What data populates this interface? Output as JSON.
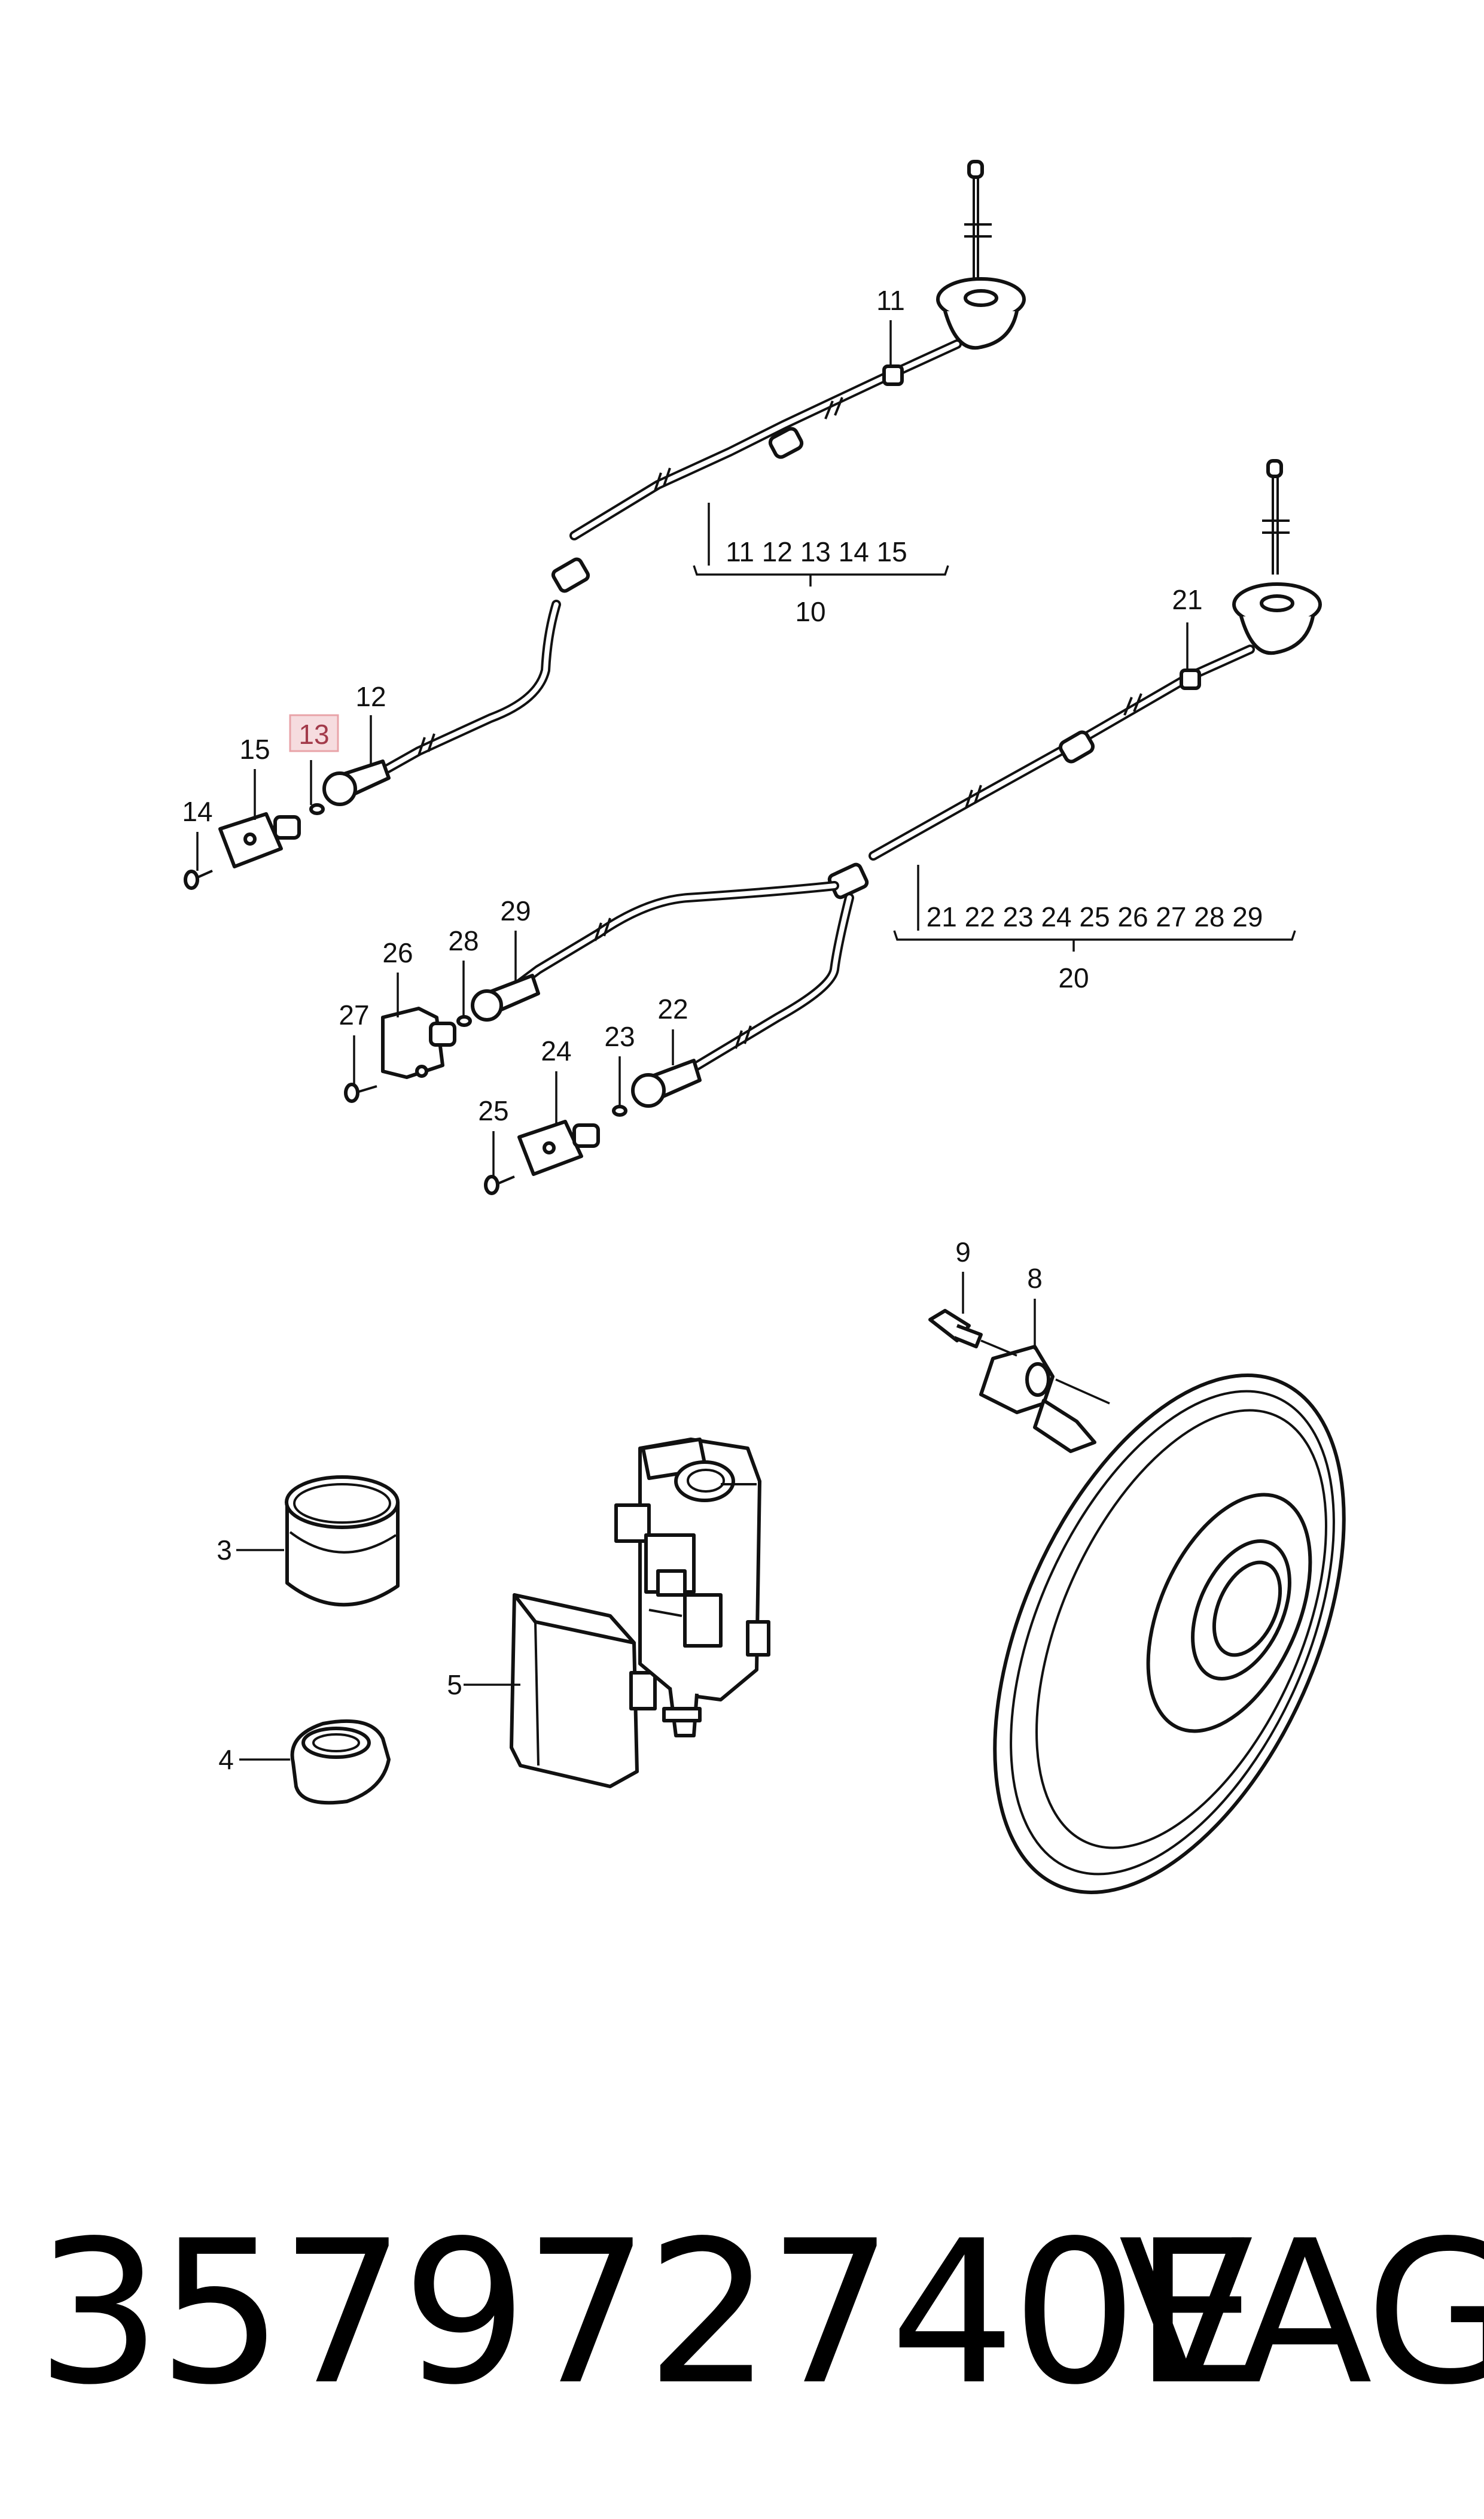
{
  "diagram": {
    "callouts": [
      {
        "id": "c11-top",
        "text": "11"
      },
      {
        "id": "c10-list",
        "text": "11 12 13 14 15"
      },
      {
        "id": "c10",
        "text": "10"
      },
      {
        "id": "c12",
        "text": "12"
      },
      {
        "id": "c13",
        "text": "13",
        "highlighted": true
      },
      {
        "id": "c15",
        "text": "15"
      },
      {
        "id": "c14",
        "text": "14"
      },
      {
        "id": "c21-top",
        "text": "21"
      },
      {
        "id": "c20-list",
        "text": "21 22 23 24 25 26 27 28 29"
      },
      {
        "id": "c20",
        "text": "20"
      },
      {
        "id": "c29",
        "text": "29"
      },
      {
        "id": "c26",
        "text": "26"
      },
      {
        "id": "c28",
        "text": "28"
      },
      {
        "id": "c27",
        "text": "27"
      },
      {
        "id": "c22",
        "text": "22"
      },
      {
        "id": "c24",
        "text": "24"
      },
      {
        "id": "c23",
        "text": "23"
      },
      {
        "id": "c25",
        "text": "25"
      },
      {
        "id": "c9",
        "text": "9"
      },
      {
        "id": "c8",
        "text": "8"
      },
      {
        "id": "c3",
        "text": "3"
      },
      {
        "id": "c5",
        "text": "5"
      },
      {
        "id": "c4",
        "text": "4"
      }
    ],
    "highlight_color": "#e8a3a8"
  },
  "footer": {
    "part_number": "357972740E",
    "brand": "VAG"
  }
}
